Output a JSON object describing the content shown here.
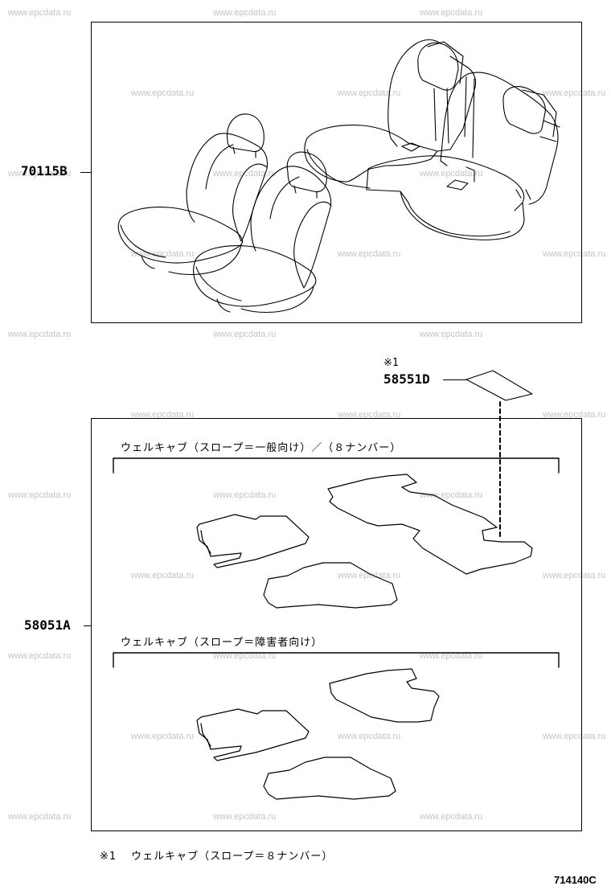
{
  "watermark": "www.epcdata.ru",
  "seat_part": {
    "number": "70115B"
  },
  "deck_note_part": {
    "mark": "※1",
    "number": "58551D"
  },
  "mat_part": {
    "number": "58051A"
  },
  "section1": {
    "label": "ウェルキャブ（スロープ＝一般向け）／（８ナンバー）"
  },
  "section2": {
    "label": "ウェルキャブ（スロープ＝障害者向け）"
  },
  "footnote": {
    "mark": "※1",
    "text": "ウェルキャブ（スロープ＝８ナンバー）"
  },
  "diagram_code": "714140C"
}
